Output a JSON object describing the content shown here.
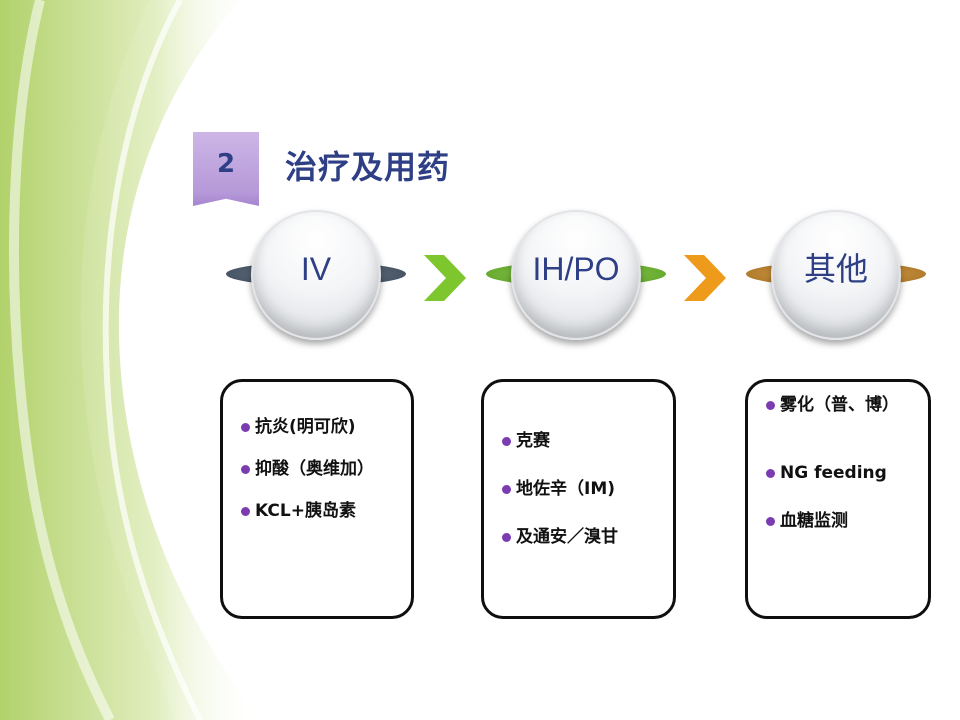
{
  "section": {
    "number": "2",
    "title": "治疗及用药"
  },
  "flow": [
    {
      "label": "IV",
      "items": [
        "抗炎(明可欣)",
        "抑酸（奥维加）",
        "KCL+胰岛素"
      ]
    },
    {
      "label": "IH/PO",
      "items": [
        "克赛",
        "地佐辛（IM)",
        "及通安／溴甘"
      ]
    },
    {
      "label": "其他",
      "items": [
        "雾化（普、博）",
        "NG feeding",
        "血糖监测"
      ]
    }
  ],
  "colors": {
    "title": "#2e3f86",
    "badge": "#c2a8e2",
    "bullet": "#7a3cb0",
    "arrow_green": "#7dc62e",
    "arrow_orange": "#ee9a1a",
    "fin_iv": "#4a5868",
    "fin_ih": "#6ab52e",
    "fin_other": "#c48a2c"
  },
  "icons": {
    "arrow_1": "chevron-right-icon",
    "arrow_2": "chevron-right-icon"
  }
}
